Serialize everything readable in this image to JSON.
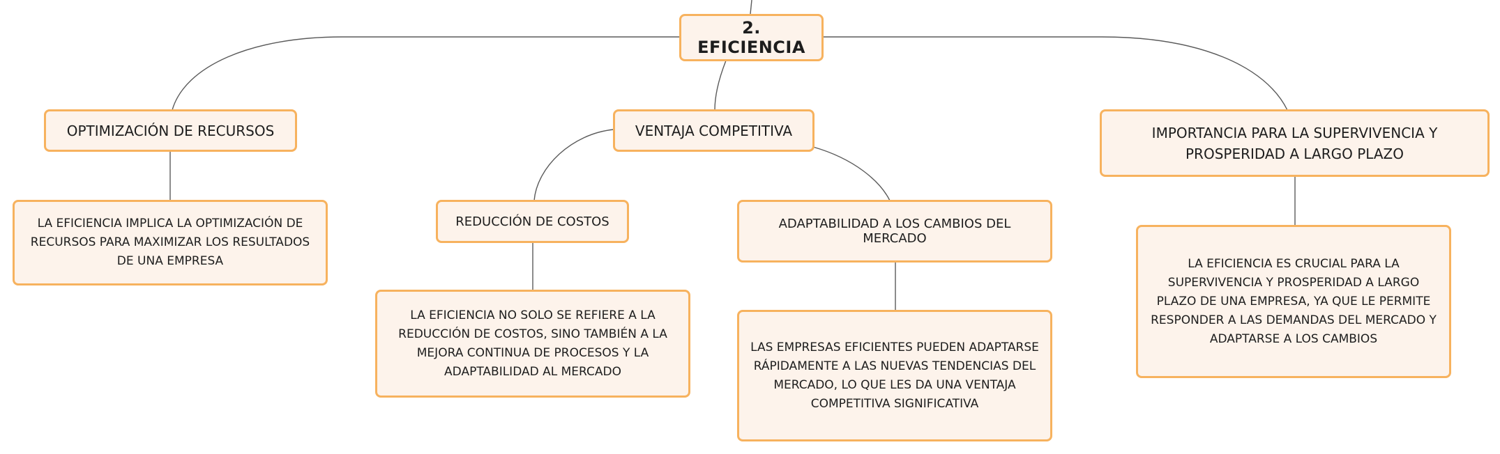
{
  "map": {
    "root": "2. EFICIENCIA",
    "branch_optimizacion": "OPTIMIZACIÓN DE RECURSOS",
    "branch_ventaja": "VENTAJA COMPETITIVA",
    "branch_importancia": "IMPORTANCIA PARA LA SUPERVIVENCIA Y PROSPERIDAD A LARGO PLAZO",
    "sub_reduccion": "REDUCCIÓN DE COSTOS",
    "sub_adaptabilidad": "ADAPTABILIDAD A LOS CAMBIOS DEL MERCADO",
    "detail_optimizacion": "LA EFICIENCIA IMPLICA LA OPTIMIZACIÓN DE RECURSOS PARA MAXIMIZAR LOS RESULTADOS DE UNA EMPRESA",
    "detail_reduccion": "LA EFICIENCIA NO SOLO SE REFIERE A LA REDUCCIÓN DE COSTOS, SINO TAMBIÉN A LA MEJORA CONTINUA DE PROCESOS Y LA ADAPTABILIDAD AL MERCADO",
    "detail_adaptabilidad": "LAS EMPRESAS EFICIENTES PUEDEN ADAPTARSE RÁPIDAMENTE A LAS NUEVAS TENDENCIAS DEL MERCADO, LO QUE LES DA UNA VENTAJA COMPETITIVA SIGNIFICATIVA",
    "detail_importancia": "LA EFICIENCIA ES CRUCIAL PARA LA SUPERVIVENCIA Y PROSPERIDAD A LARGO PLAZO DE UNA EMPRESA, YA QUE LE PERMITE RESPONDER A LAS DEMANDAS DEL MERCADO Y ADAPTARSE A LOS CAMBIOS"
  },
  "colors": {
    "node_border": "#f7b25e",
    "node_fill": "#fdf3eb",
    "connector": "#5a5a5a",
    "text": "#1d1d1d"
  }
}
